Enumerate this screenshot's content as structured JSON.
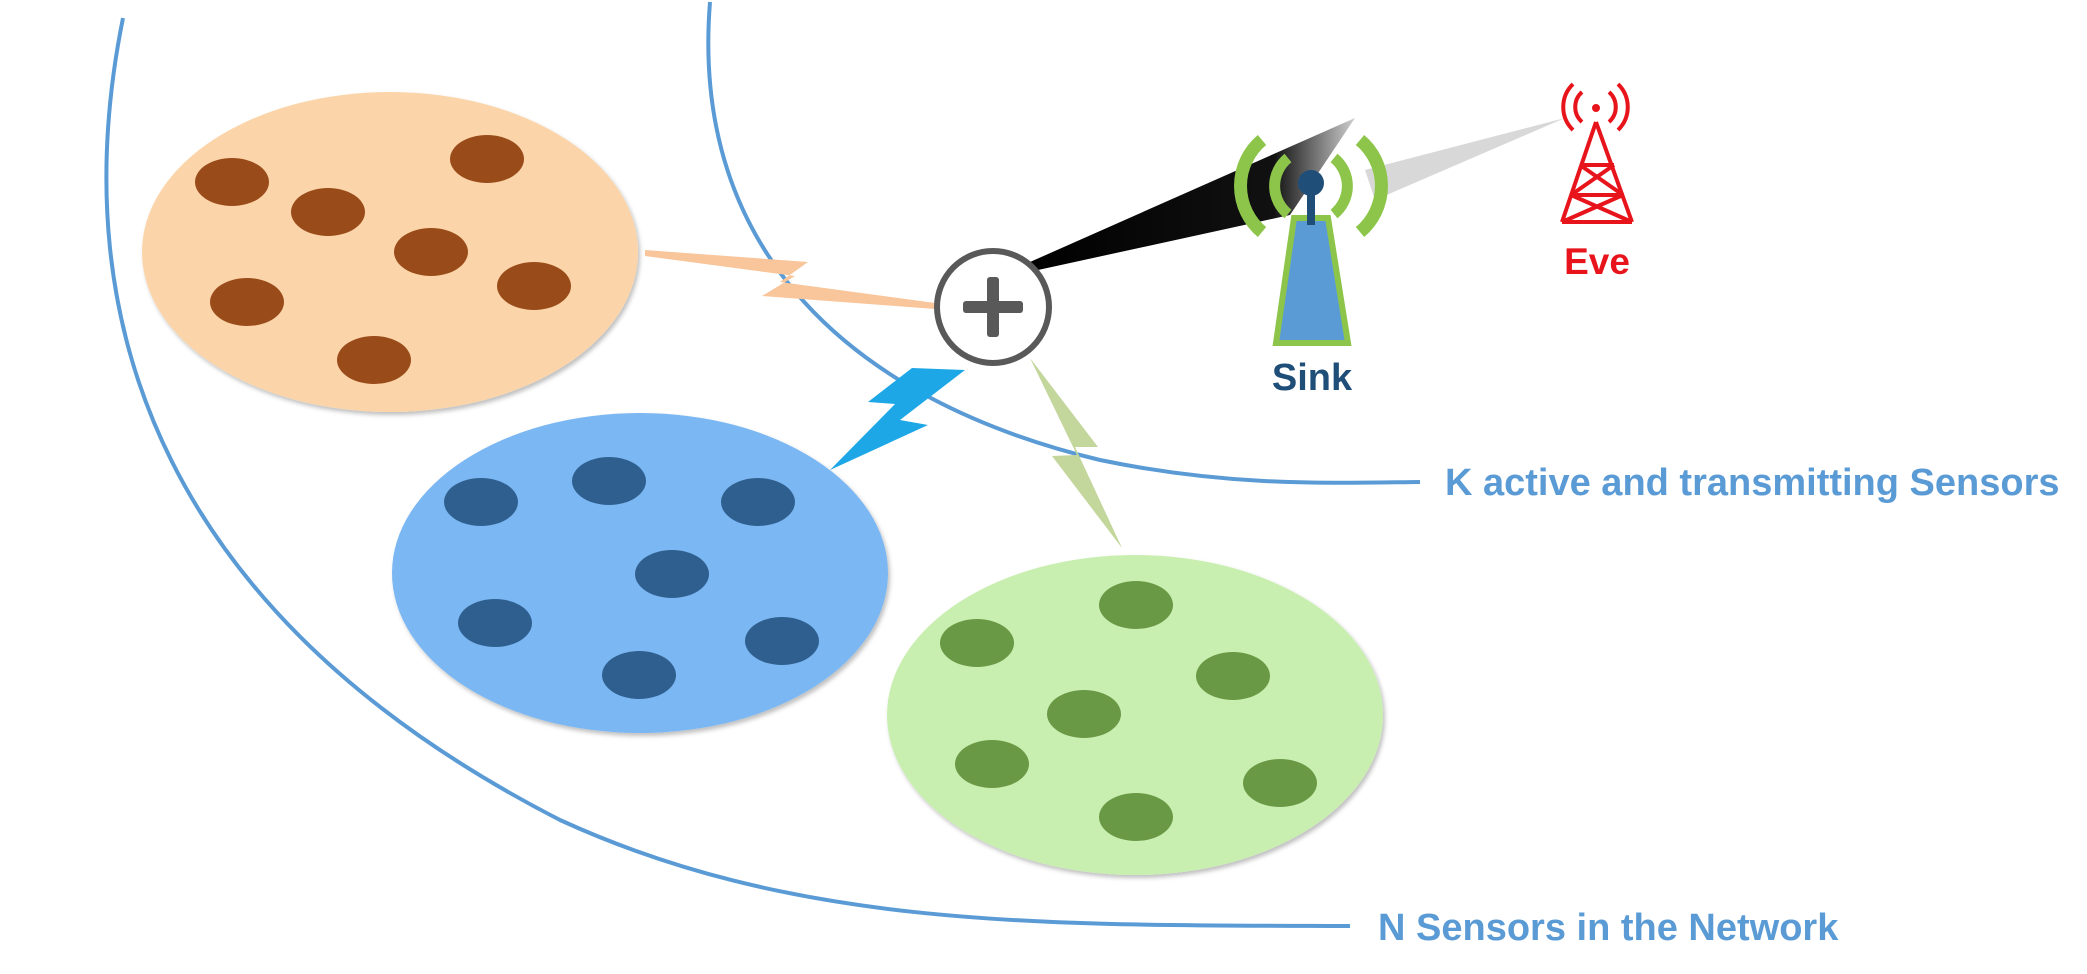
{
  "labels": {
    "sink": "Sink",
    "eve": "Eve",
    "k_active": "K active and transmitting Sensors",
    "n_sensors": "N Sensors in the Network"
  },
  "colors": {
    "boundary_line": "#5B9BD5",
    "boundary_text": "#5B9BD5",
    "cluster_orange_fill": "#FBD5A9",
    "cluster_orange_node": "#9A4B1A",
    "cluster_blue_fill": "#7AB7F3",
    "cluster_blue_node": "#2F5F8E",
    "cluster_green_fill": "#C9EFB0",
    "cluster_green_node": "#6A9946",
    "sink_label": "#1F4E79",
    "eve_red": "#E8141B",
    "sink_waves": "#8CC54A",
    "sink_tower": "#5B9BD5",
    "combiner": "#595959"
  },
  "icons": {
    "combiner": "plus-circle-icon",
    "sink": "antenna-tower-icon",
    "eve": "radio-tower-icon"
  }
}
